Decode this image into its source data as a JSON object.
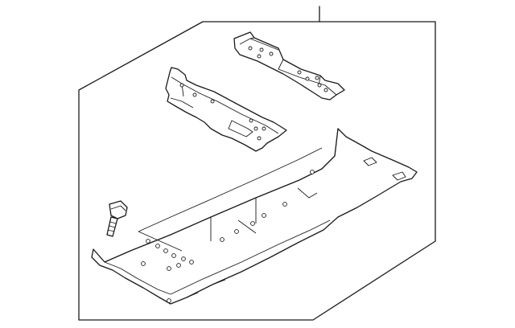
{
  "diagram": {
    "background": "#ffffff",
    "line_color": "#1a1a1a",
    "parts": [
      {
        "name": "rear-crossmember-bracket"
      },
      {
        "name": "front-crossmember-bracket"
      },
      {
        "name": "floor-pan-panel"
      },
      {
        "name": "mounting-bolt"
      }
    ]
  }
}
